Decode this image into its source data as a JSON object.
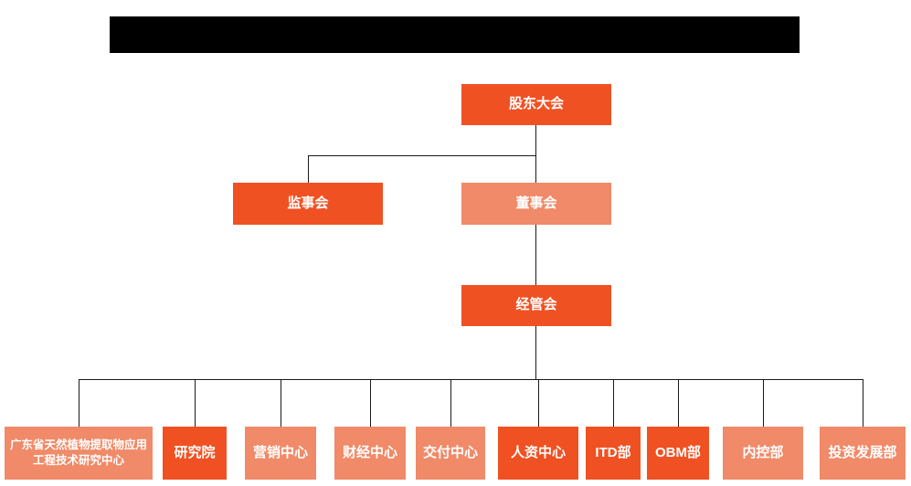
{
  "colors": {
    "primary": "#f05123",
    "secondary": "#f08a68",
    "line": "#1a1a1a",
    "banner_bg": "#000000"
  },
  "org_chart": {
    "root": {
      "label": "股东大会"
    },
    "level2": [
      {
        "label": "监事会"
      },
      {
        "label": "董事会"
      }
    ],
    "level3": {
      "label": "经管会"
    },
    "departments": [
      {
        "label": "广东省天然植物提取物应用工程技术研究中心"
      },
      {
        "label": "研究院"
      },
      {
        "label": "营销中心"
      },
      {
        "label": "财经中心"
      },
      {
        "label": "交付中心"
      },
      {
        "label": "人资中心"
      },
      {
        "label": "ITD部"
      },
      {
        "label": "OBM部"
      },
      {
        "label": "内控部"
      },
      {
        "label": "投资发展部"
      }
    ]
  }
}
